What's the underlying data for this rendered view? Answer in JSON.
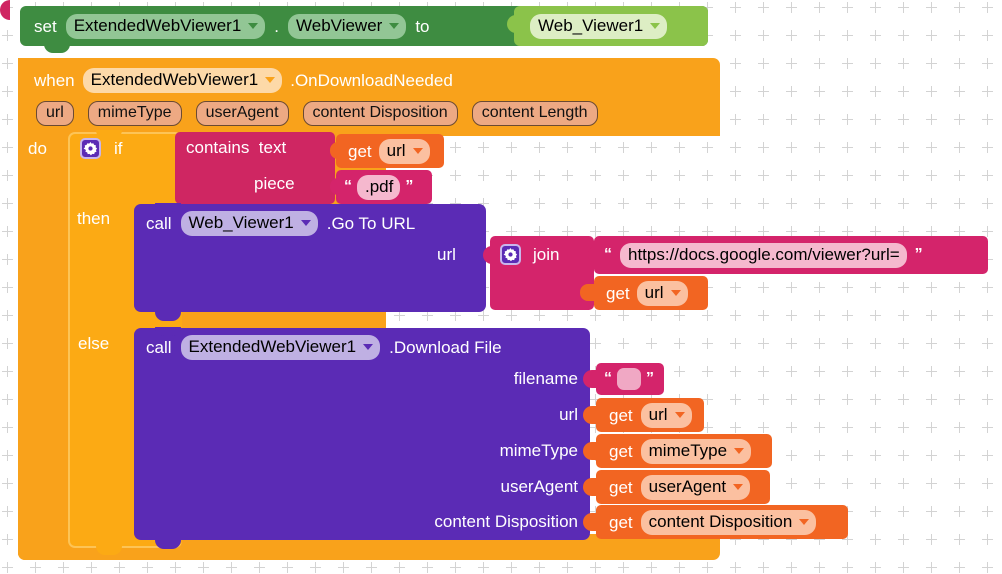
{
  "canvas": {
    "background": "#ffffff",
    "grid_color": "#d3d3d3",
    "grid_spacing": 28
  },
  "colors": {
    "set_green": "#3e8c41",
    "component_green": "#8bc34a",
    "event_orange": "#f9a21b",
    "control_orange": "#fcaa14",
    "text_magenta": "#d4246b",
    "logic_magenta": "#cf2662",
    "variable_orange": "#f26522",
    "method_purple": "#5b2bb5"
  },
  "set_block": {
    "set_label": "set",
    "component": "ExtendedWebViewer1",
    "dot": ".",
    "property": "WebViewer",
    "to_label": "to",
    "value": "Web_Viewer1"
  },
  "event_block": {
    "when_label": "when",
    "component": "ExtendedWebViewer1",
    "event": ".OnDownloadNeeded",
    "params": [
      "url",
      "mimeType",
      "userAgent",
      "content Disposition",
      "content Length"
    ],
    "do_label": "do"
  },
  "if_block": {
    "gear_icon": "gear-icon",
    "if_label": "if",
    "then_label": "then",
    "else_label": "else"
  },
  "contains_block": {
    "contains_label": "contains",
    "text_label": "text",
    "piece_label": "piece",
    "text_value_get": "get",
    "text_value_var": "url",
    "piece_quote_open": "“",
    "piece_value": ".pdf",
    "piece_quote_close": "”"
  },
  "goto_call": {
    "call_label": "call",
    "component": "Web_Viewer1",
    "method": ".Go To URL",
    "arg_label": "url"
  },
  "join_block": {
    "gear_icon": "gear-icon",
    "join_label": "join",
    "quote_open": "“",
    "string_value": "https://docs.google.com/viewer?url=",
    "quote_close": "”",
    "second_get_label": "get",
    "second_get_var": "url"
  },
  "download_call": {
    "call_label": "call",
    "component": "ExtendedWebViewer1",
    "method": ".Download File",
    "args": [
      {
        "label": "filename",
        "kind": "text",
        "quote_open": "“",
        "value": "",
        "quote_close": "”"
      },
      {
        "label": "url",
        "kind": "get",
        "get_label": "get",
        "variable": "url"
      },
      {
        "label": "mimeType",
        "kind": "get",
        "get_label": "get",
        "variable": "mimeType"
      },
      {
        "label": "userAgent",
        "kind": "get",
        "get_label": "get",
        "variable": "userAgent"
      },
      {
        "label": "content Disposition",
        "kind": "get",
        "get_label": "get",
        "variable": "content Disposition"
      }
    ]
  }
}
